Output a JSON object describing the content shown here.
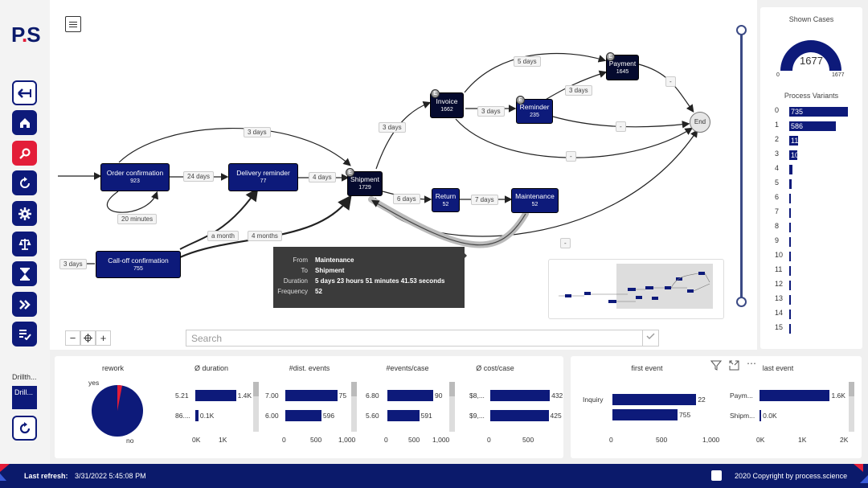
{
  "logo": {
    "text_a": "P",
    "text_b": ".",
    "text_c": "S"
  },
  "nav": [
    {
      "icon": "back-icon"
    },
    {
      "icon": "home-icon"
    },
    {
      "icon": "search-icon"
    },
    {
      "icon": "refresh-icon"
    },
    {
      "icon": "gear-icon"
    },
    {
      "icon": "scale-icon"
    },
    {
      "icon": "hourglass-icon"
    },
    {
      "icon": "double-chevron-icon"
    },
    {
      "icon": "checklist-icon"
    }
  ],
  "drill": {
    "label": "Drillth...",
    "button": "Drill..."
  },
  "graph": {
    "nodes": {
      "order_confirmation": {
        "label": "Order confirmation",
        "count": "923"
      },
      "delivery_reminder": {
        "label": "Delivery reminder",
        "count": "77"
      },
      "calloff_confirmation": {
        "label": "Call-off confirmation",
        "count": "755"
      },
      "shipment": {
        "label": "Shipment",
        "count": "1729"
      },
      "invoice": {
        "label": "Invoice",
        "count": "1662"
      },
      "reminder": {
        "label": "Reminder",
        "count": "235"
      },
      "payment": {
        "label": "Payment",
        "count": "1645"
      },
      "return": {
        "label": "Return",
        "count": "52"
      },
      "maintenance": {
        "label": "Maintenance",
        "count": "52"
      },
      "end": {
        "label": "End"
      }
    },
    "badge": "E",
    "edge_labels": {
      "oc_dr": "24 days",
      "oc_loop": "20 minutes",
      "oc_ship": "3 days",
      "dr_ship": "4 days",
      "start_calloff": "3 days",
      "calloff_dr": "a month",
      "calloff_ship": "4 months",
      "ship_invoice": "3 days",
      "ship_return": "6 days",
      "return_maint": "7 days",
      "invoice_payment": "5 days",
      "invoice_reminder": "3 days",
      "reminder_payment": "3 days",
      "payment_end": "-",
      "reminder_end": "-",
      "invoice_end": "-",
      "ship_end": "-"
    }
  },
  "tooltip": {
    "rows": [
      {
        "k": "From",
        "v": "Maintenance"
      },
      {
        "k": "To",
        "v": "Shipment"
      },
      {
        "k": "Duration",
        "v": "5 days 23 hours 51 minutes 41.53 seconds"
      },
      {
        "k": "Frequency",
        "v": "52"
      }
    ]
  },
  "search": {
    "placeholder": "Search"
  },
  "shown_cases": {
    "title": "Shown Cases",
    "value": "1677",
    "min": "0",
    "max": "1677",
    "fraction": 1.0
  },
  "process_variants": {
    "title": "Process Variants",
    "rows": [
      {
        "idx": "0",
        "value": 735,
        "label": "735"
      },
      {
        "idx": "1",
        "value": 586,
        "label": "586"
      },
      {
        "idx": "2",
        "value": 110,
        "label": "11"
      },
      {
        "idx": "3",
        "value": 100,
        "label": "10"
      },
      {
        "idx": "4",
        "value": 40,
        "label": ""
      },
      {
        "idx": "5",
        "value": 30,
        "label": ""
      },
      {
        "idx": "6",
        "value": 25,
        "label": ""
      },
      {
        "idx": "7",
        "value": 12,
        "label": ""
      },
      {
        "idx": "8",
        "value": 12,
        "label": ""
      },
      {
        "idx": "9",
        "value": 12,
        "label": ""
      },
      {
        "idx": "10",
        "value": 10,
        "label": ""
      },
      {
        "idx": "11",
        "value": 8,
        "label": ""
      },
      {
        "idx": "12",
        "value": 8,
        "label": ""
      },
      {
        "idx": "13",
        "value": 6,
        "label": ""
      },
      {
        "idx": "14",
        "value": 6,
        "label": ""
      },
      {
        "idx": "15",
        "value": 6,
        "label": ""
      }
    ]
  },
  "charts": {
    "rework": {
      "title": "rework",
      "yes": "yes",
      "no": "no",
      "yes_fraction": 0.03
    },
    "duration": {
      "title": "Ø duration",
      "rows": [
        {
          "cat": "5.21",
          "val": "1.4K",
          "frac": 0.92
        },
        {
          "cat": "86....",
          "val": "0.1K",
          "frac": 0.07
        }
      ],
      "ticks": [
        "0K",
        "1K"
      ]
    },
    "dist_events": {
      "title": "#dist. events",
      "rows": [
        {
          "cat": "7.00",
          "val": "75",
          "frac": 0.95
        },
        {
          "cat": "6.00",
          "val": "596",
          "frac": 0.66
        }
      ],
      "ticks": [
        "0",
        "500",
        "1,000"
      ]
    },
    "events_case": {
      "title": "#events/case",
      "rows": [
        {
          "cat": "6.80",
          "val": "90",
          "frac": 0.95
        },
        {
          "cat": "5.60",
          "val": "591",
          "frac": 0.66
        }
      ],
      "ticks": [
        "0",
        "500",
        "1,000"
      ]
    },
    "cost_case": {
      "title": "Ø  cost/case",
      "rows": [
        {
          "cat": "$8,...",
          "val": "432",
          "frac": 0.95
        },
        {
          "cat": "$9,...",
          "val": "425",
          "frac": 0.93
        }
      ],
      "ticks": [
        "0",
        "500"
      ]
    },
    "first_event": {
      "title": "first event",
      "rows": [
        {
          "cat": "Inquiry",
          "val": "22",
          "frac": 0.94
        },
        {
          "cat": "",
          "val": "755",
          "frac": 0.73
        }
      ],
      "ticks": [
        "0",
        "500",
        "1,000"
      ]
    },
    "last_event": {
      "title": "last event",
      "rows": [
        {
          "cat": "Paym...",
          "val": "1.6K",
          "frac": 0.81
        },
        {
          "cat": "Shipm...",
          "val": "0.0K",
          "frac": 0.02
        }
      ],
      "ticks": [
        "0K",
        "1K",
        "2K"
      ]
    }
  },
  "footer": {
    "last_refresh_label": "Last refresh:",
    "last_refresh_value": "3/31/2022 5:45:08 PM",
    "copyright": "2020 Copyright by process.science"
  },
  "colors": {
    "primary": "#0d1a7a",
    "accent": "#e31d38",
    "footer": "#0b1a6b"
  }
}
